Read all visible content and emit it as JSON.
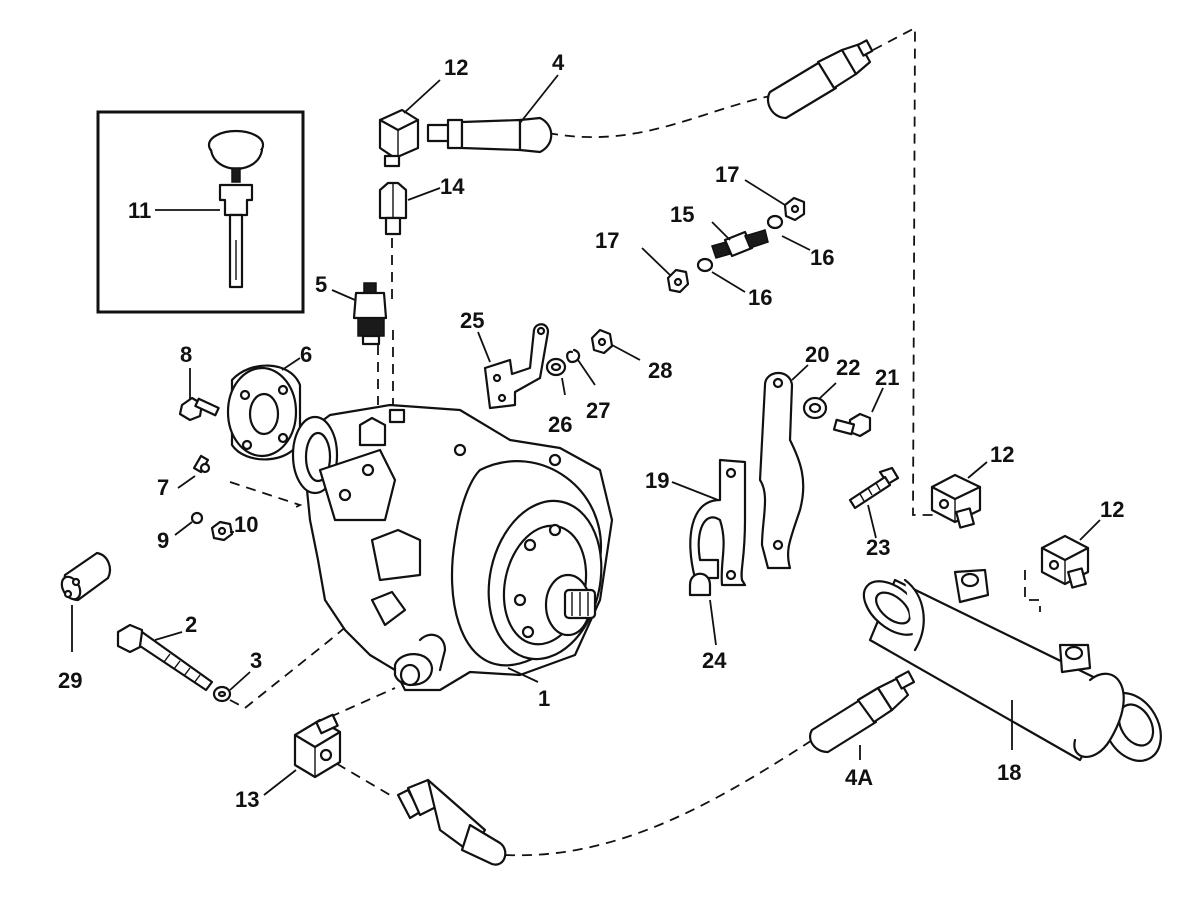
{
  "callouts": [
    {
      "id": "c1",
      "text": "1"
    },
    {
      "id": "c2",
      "text": "2"
    },
    {
      "id": "c3",
      "text": "3"
    },
    {
      "id": "c4",
      "text": "4"
    },
    {
      "id": "c4a",
      "text": "4A"
    },
    {
      "id": "c5",
      "text": "5"
    },
    {
      "id": "c6",
      "text": "6"
    },
    {
      "id": "c7",
      "text": "7"
    },
    {
      "id": "c8",
      "text": "8"
    },
    {
      "id": "c9",
      "text": "9"
    },
    {
      "id": "c10",
      "text": "10"
    },
    {
      "id": "c11",
      "text": "11"
    },
    {
      "id": "c12a",
      "text": "12"
    },
    {
      "id": "c12b",
      "text": "12"
    },
    {
      "id": "c12c",
      "text": "12"
    },
    {
      "id": "c13",
      "text": "13"
    },
    {
      "id": "c14",
      "text": "14"
    },
    {
      "id": "c15",
      "text": "15"
    },
    {
      "id": "c16a",
      "text": "16"
    },
    {
      "id": "c16b",
      "text": "16"
    },
    {
      "id": "c17a",
      "text": "17"
    },
    {
      "id": "c17b",
      "text": "17"
    },
    {
      "id": "c18",
      "text": "18"
    },
    {
      "id": "c19",
      "text": "19"
    },
    {
      "id": "c20",
      "text": "20"
    },
    {
      "id": "c21",
      "text": "21"
    },
    {
      "id": "c22",
      "text": "22"
    },
    {
      "id": "c23",
      "text": "23"
    },
    {
      "id": "c24",
      "text": "24"
    },
    {
      "id": "c25",
      "text": "25"
    },
    {
      "id": "c26",
      "text": "26"
    },
    {
      "id": "c27",
      "text": "27"
    },
    {
      "id": "c28",
      "text": "28"
    },
    {
      "id": "c29",
      "text": "29"
    }
  ]
}
